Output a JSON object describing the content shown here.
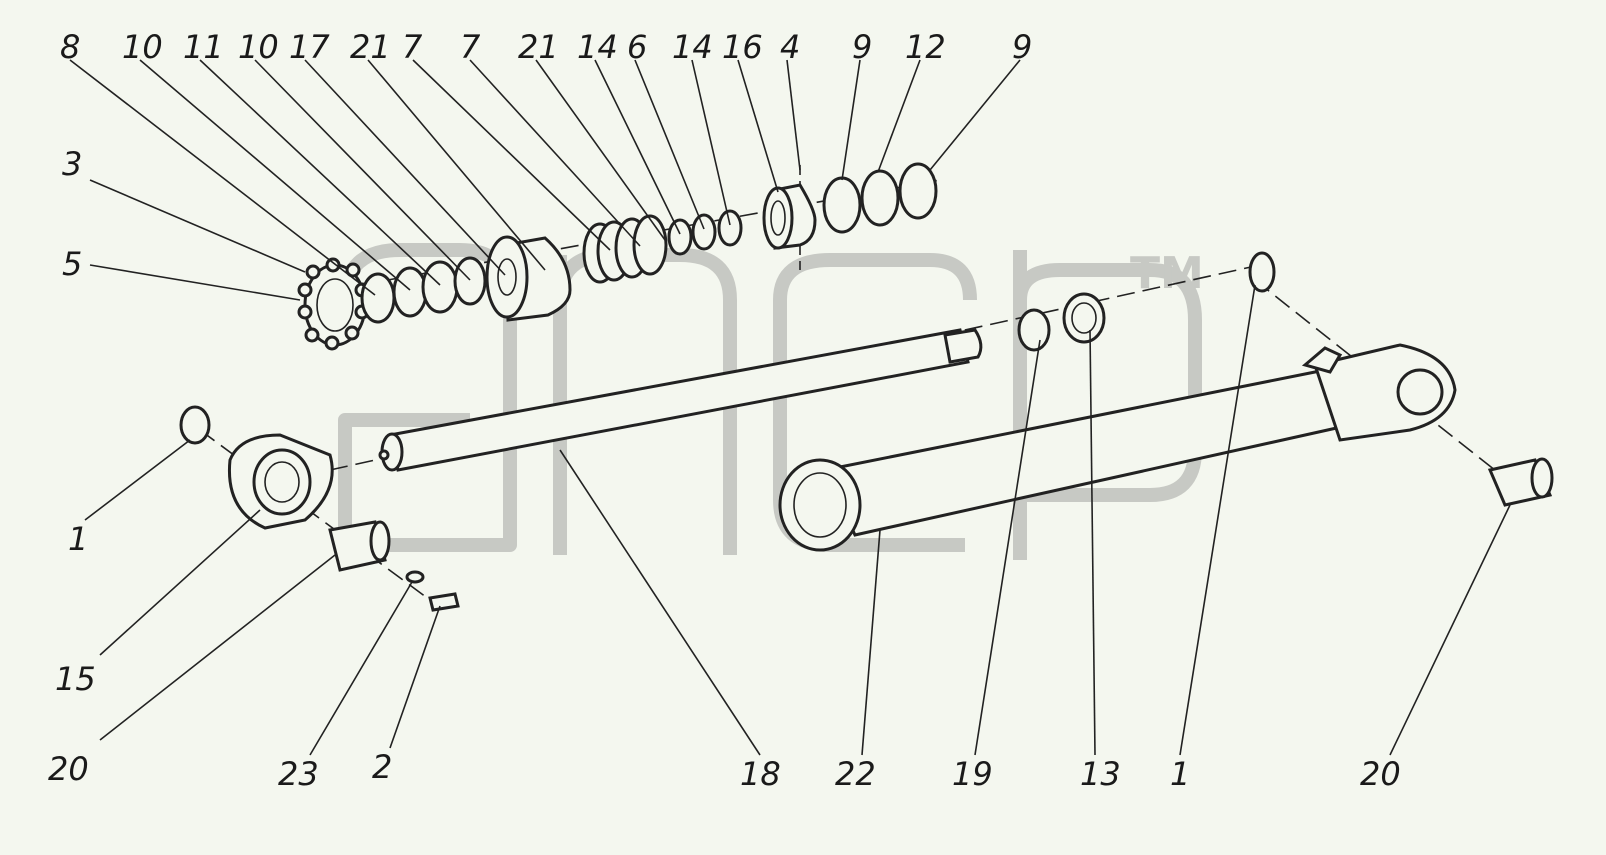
{
  "diagram": {
    "watermark_mark": "TM",
    "callouts": {
      "top_row": [
        "8",
        "10",
        "11",
        "10",
        "17",
        "21",
        "7",
        "7",
        "21",
        "14",
        "6",
        "14",
        "16",
        "4",
        "9",
        "12",
        "9"
      ],
      "left": [
        "3",
        "5",
        "1",
        "15",
        "20"
      ],
      "bottom_row": [
        "23",
        "2",
        "18",
        "22",
        "19",
        "13",
        "1",
        "20"
      ]
    },
    "colors": {
      "background": "#f4f7ef",
      "line": "#222222",
      "watermark": "#c7c9c4"
    }
  }
}
